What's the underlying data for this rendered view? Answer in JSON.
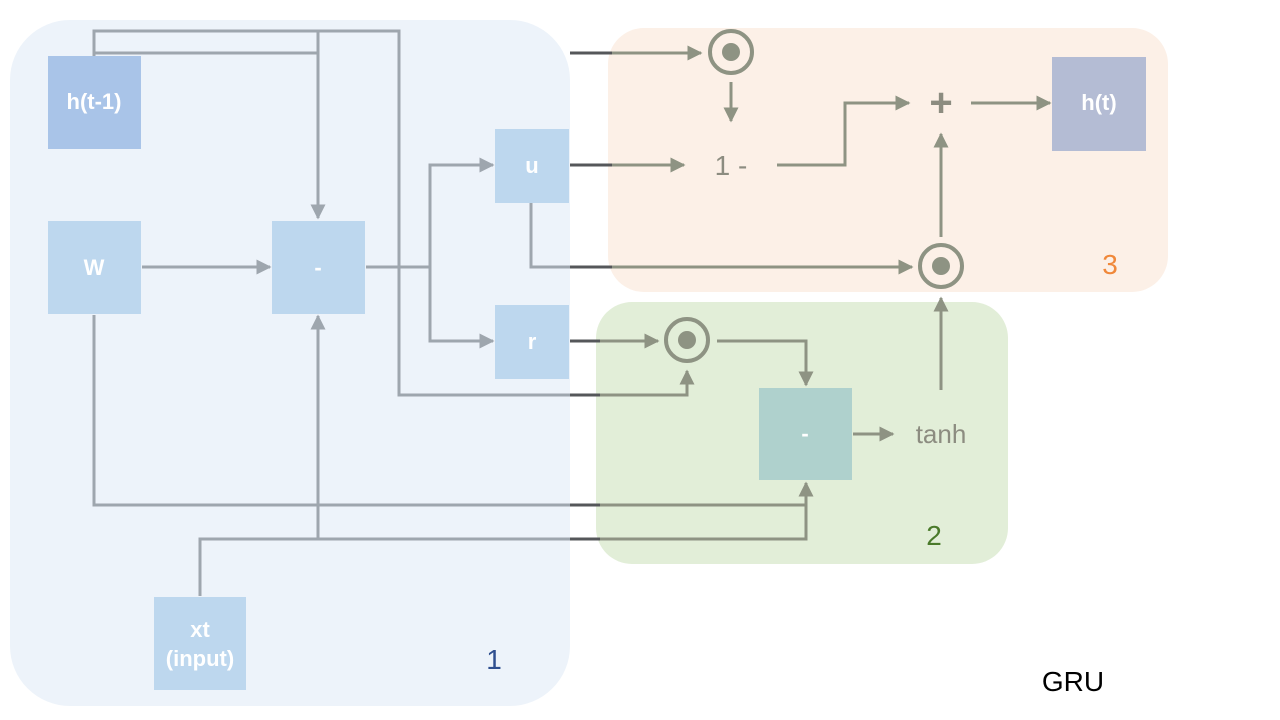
{
  "title": "GRU",
  "regions": [
    {
      "id": "1",
      "label": "1",
      "color": "#2f4f8f"
    },
    {
      "id": "2",
      "label": "2",
      "color": "#4a7a2a"
    },
    {
      "id": "3",
      "label": "3",
      "color": "#f0883a"
    }
  ],
  "nodes": {
    "h_prev": "h(t-1)",
    "w": "W",
    "combine": "-",
    "u": "u",
    "r": "r",
    "x_input_line1": "xt",
    "x_input_line2": "(input)",
    "candidate": "-",
    "tanh": "tanh",
    "one_minus": "1 -",
    "plus": "+",
    "h_t": "h(t)"
  },
  "colors": {
    "region1_fill": "#edf3fa",
    "region2_fill": "#e2eed8",
    "region3_fill": "#fcf0e7",
    "node_blue": "#bdd7ee",
    "node_hprev": "#a9c4e8",
    "node_candidate": "#afd1cd",
    "node_ht": "#b4bcd4",
    "wire_blue": "#9ea6ae",
    "wire_dark": "#55575a",
    "wire_olive": "#8e9383"
  }
}
